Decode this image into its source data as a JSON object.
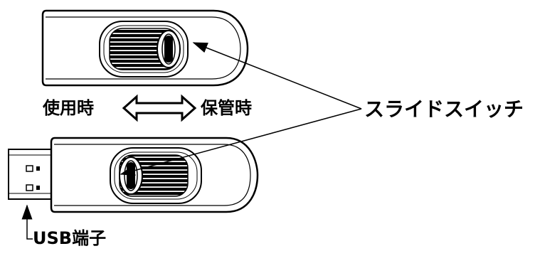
{
  "labels": {
    "in_use": "使用時",
    "storage": "保管時",
    "slide_switch": "スライドスイッチ",
    "usb_terminal": "USB端子"
  },
  "colors": {
    "ink": "#000000",
    "paper": "#ffffff"
  }
}
